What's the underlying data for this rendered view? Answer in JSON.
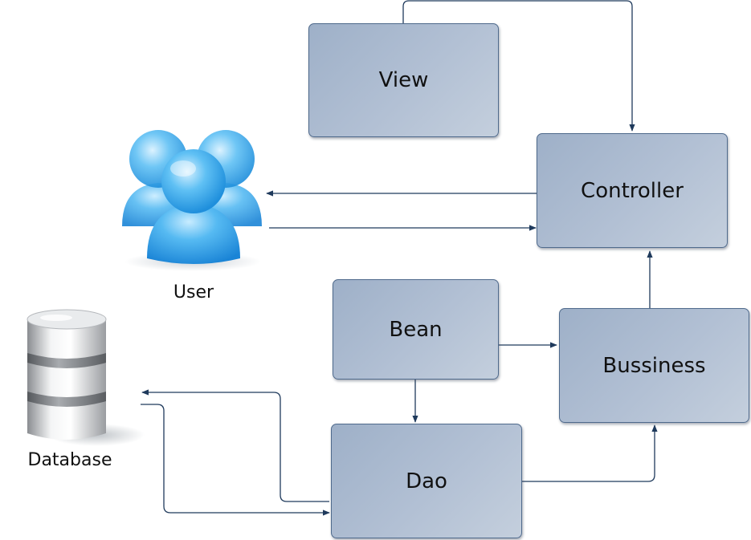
{
  "nodes": {
    "view": "View",
    "controller": "Controller",
    "bean": "Bean",
    "bussiness": "Bussiness",
    "dao": "Dao"
  },
  "actors": {
    "user": "User",
    "database": "Database"
  },
  "edges": [
    {
      "from": "View",
      "to": "Controller"
    },
    {
      "from": "Controller",
      "to": "User"
    },
    {
      "from": "User",
      "to": "Controller"
    },
    {
      "from": "Bean",
      "to": "Bussiness"
    },
    {
      "from": "Bean",
      "to": "Dao"
    },
    {
      "from": "Bussiness",
      "to": "Controller"
    },
    {
      "from": "Dao",
      "to": "Bussiness"
    },
    {
      "from": "Dao",
      "to": "Database"
    },
    {
      "from": "Database",
      "to": "Dao"
    }
  ],
  "colors": {
    "box_fill": "#b2c0d4",
    "box_border": "#4f6a8c",
    "connector": "#1f3a5c",
    "user_icon": "#3ea8ec"
  }
}
